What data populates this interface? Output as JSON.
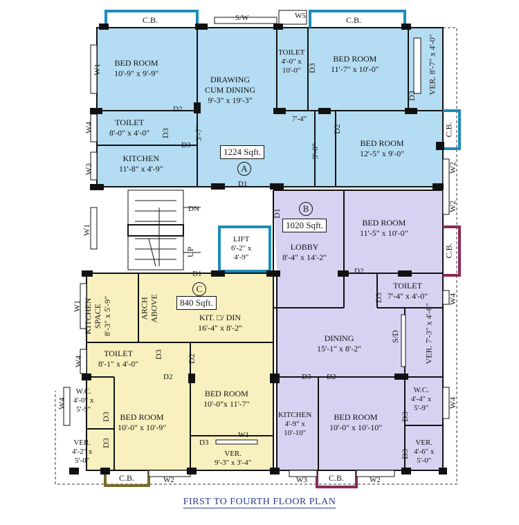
{
  "title": "FIRST TO FOURTH FLOOR PLAN",
  "colors": {
    "unit_a": "#b4dcf2",
    "unit_b": "#d8d2f2",
    "unit_c": "#f8f1bf",
    "wall": "#111111",
    "cb_frame_a": "#1b8cb8",
    "cb_frame_b": "#8b2a5a",
    "cb_frame_c": "#7a6a2a"
  },
  "units": {
    "a": {
      "letter": "A",
      "area": "1224 Sqft."
    },
    "b": {
      "letter": "B",
      "area": "1020 Sqft."
    },
    "c": {
      "letter": "C",
      "area": "840 Sqft."
    }
  },
  "rooms": {
    "a_bed1": {
      "name": "BED ROOM",
      "size": "10'-9\" x 9'-9\""
    },
    "a_drawing": {
      "l1": "DRAWING",
      "l2": "CUM DINING",
      "size": "9'-3\" x 19'-3\""
    },
    "a_toilet_top": {
      "name": "TOILET",
      "l2": "4'-0\" x",
      "l3": "10'-0\""
    },
    "a_bed2": {
      "name": "BED ROOM",
      "size": "11'-7\" x 10'-0\""
    },
    "a_ver": {
      "name": "VER.",
      "size": "8'-7\" x 4'-0\""
    },
    "a_toilet": {
      "name": "TOILET",
      "size": "8'-0\" x 4'-0\""
    },
    "a_kitchen": {
      "name": "KITCHEN",
      "size": "11'-8\" x 4'-9\""
    },
    "a_bed3": {
      "name": "BED ROOM",
      "size": "12'-5\" x 9'-0\""
    },
    "lift": {
      "name": "LIFT",
      "l2": "6'-2\" x",
      "l3": "4'-9\""
    },
    "b_lobby": {
      "name": "LOBBY",
      "size": "8'-4\" x 14'-2\""
    },
    "b_bed1": {
      "name": "BED ROOM",
      "size": "11'-5\" x 10'-0\""
    },
    "b_toilet": {
      "name": "TOILET",
      "size": "7'-4\" x 4'-0\""
    },
    "b_dining": {
      "name": "DINING",
      "size": "15'-1\" x 8'-2\""
    },
    "b_ver1": {
      "name": "VER.",
      "size": "7'-3\" x 4'-6\""
    },
    "b_kitchen": {
      "name": "KITCHEN",
      "l2": "4'-9\" x",
      "l3": "10'-10\""
    },
    "b_bed2": {
      "name": "BED ROOM",
      "size": "10'-0\" x 10'-10\""
    },
    "b_wc": {
      "name": "W.C.",
      "l2": "4'-4\" x",
      "l3": "5'-9\""
    },
    "b_ver2": {
      "name": "VER.",
      "l2": "4'-6\" x",
      "l3": "5'-0\""
    },
    "c_kitchen": {
      "l1": "KITCHEN",
      "l2": "SPACE",
      "size": "8'-3\" x 5'-9\""
    },
    "c_arch": {
      "l1": "ARCH",
      "l2": "ABOVE"
    },
    "c_kit": {
      "name": "KIT. □/ DIN",
      "size": "16'-4\" x 8'-2\""
    },
    "c_toilet": {
      "name": "TOILET",
      "size": "8'-1\" x 4'-0\""
    },
    "c_wc": {
      "name": "W.C.",
      "l2": "4'-0\" x",
      "l3": "5'-9\""
    },
    "c_bed1": {
      "name": "BED ROOM",
      "size": "10'-0\" x 10'-9\""
    },
    "c_ver1": {
      "name": "VER.",
      "l2": "4'-2\" x",
      "l3": "5'-0\""
    },
    "c_bed2": {
      "name": "BED ROOM",
      "size": "10'-0\"x 11'-7\""
    },
    "c_ver2": {
      "name": "VER.",
      "size": "9'-3\" x 3'-4\""
    }
  },
  "tags": {
    "cb": "C.B.",
    "sw_top": "S/W",
    "sw_right": "S/D",
    "w1": "W1",
    "w2": "W2",
    "w3": "W3",
    "w4": "W4",
    "w5": "W5",
    "d1": "D1",
    "d2": "D2",
    "d3": "D3",
    "dn": "DN",
    "up": "UP",
    "dim_a1": "3'-7\"",
    "dim_a2": "7'-4\"",
    "dim_a3": "9'-0\""
  }
}
